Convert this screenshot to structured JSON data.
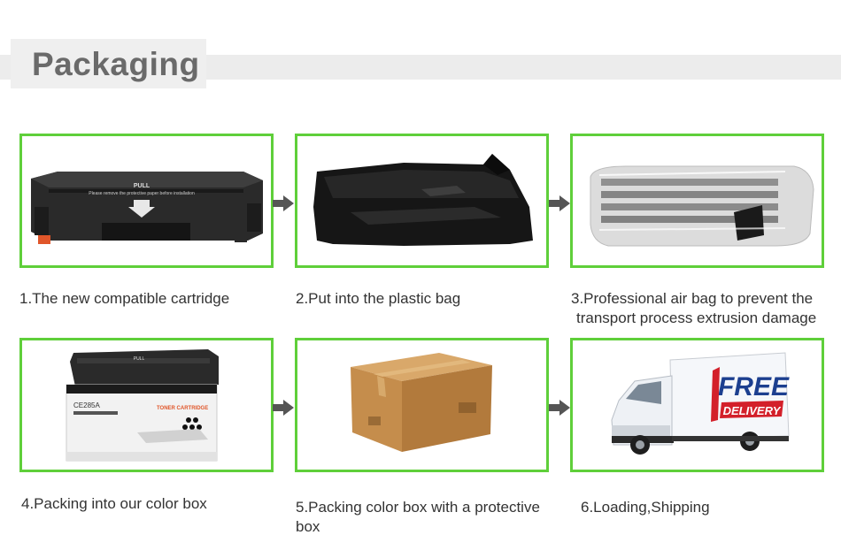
{
  "header": {
    "title": "Packaging"
  },
  "steps": [
    {
      "caption": "1.The new compatible cartridge",
      "image": "toner-cartridge",
      "label_text": "PULL",
      "label_sub": "Please remove the protective paper before installation"
    },
    {
      "caption": "2.Put into the plastic bag",
      "image": "black-plastic-bag"
    },
    {
      "caption_line1": "3.Professional air bag to prevent the",
      "caption_line2": "transport process extrusion damage",
      "image": "air-bag-wrapped-cartridge"
    },
    {
      "caption": "4.Packing into our color box",
      "image": "color-box-with-cartridge",
      "box_model": "CE285A",
      "box_brand": "TONER CARTRIDGE"
    },
    {
      "caption_line1": "5.Packing color box with a protective",
      "caption_line2": "box",
      "image": "cardboard-shipping-box"
    },
    {
      "caption": "6.Loading,Shipping",
      "image": "delivery-truck",
      "truck_line1": "FREE",
      "truck_line2": "DELIVERY"
    }
  ],
  "colors": {
    "panel_border": "#5fcf3a",
    "arrow": "#555555",
    "title": "#6a6a6a",
    "header_band": "#ececec"
  },
  "icons": {
    "arrow": "arrow-right-icon"
  }
}
